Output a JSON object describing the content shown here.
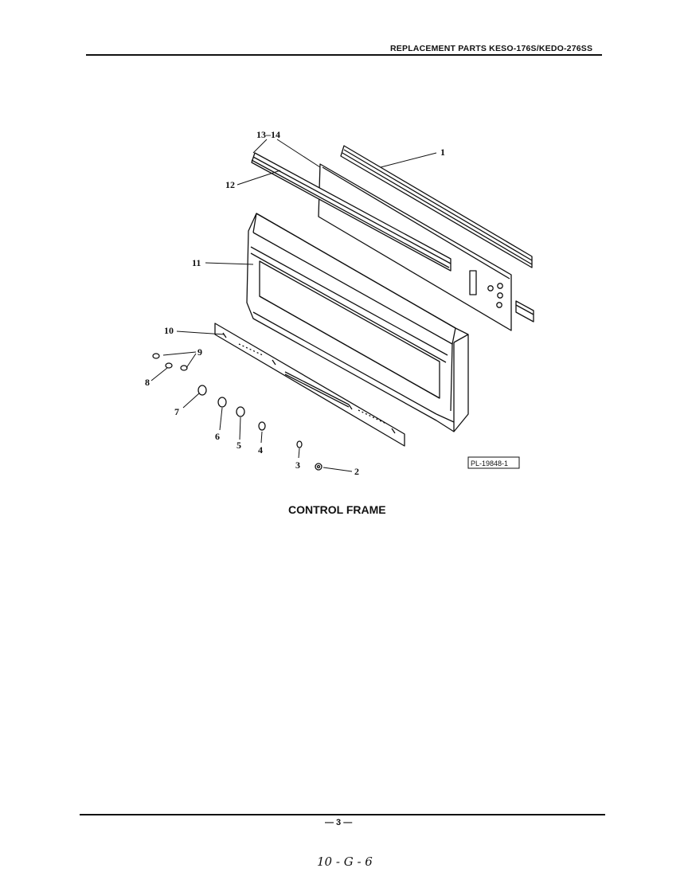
{
  "header": {
    "title": "REPLACEMENT PARTS KESO-176S/KEDO-276SS"
  },
  "diagram": {
    "reference_code": "PL-19848-1",
    "callouts": [
      {
        "id": "c1",
        "label": "1"
      },
      {
        "id": "c2",
        "label": "2"
      },
      {
        "id": "c3",
        "label": "3"
      },
      {
        "id": "c4",
        "label": "4"
      },
      {
        "id": "c5",
        "label": "5"
      },
      {
        "id": "c6",
        "label": "6"
      },
      {
        "id": "c7",
        "label": "7"
      },
      {
        "id": "c8",
        "label": "8"
      },
      {
        "id": "c9",
        "label": "9"
      },
      {
        "id": "c10",
        "label": "10"
      },
      {
        "id": "c11",
        "label": "11"
      },
      {
        "id": "c12",
        "label": "12"
      },
      {
        "id": "c13",
        "label": "13–14"
      }
    ]
  },
  "caption": "CONTROL FRAME",
  "footer": {
    "page_number": "— 3 —",
    "handwritten_note": "10 - G - 6"
  }
}
